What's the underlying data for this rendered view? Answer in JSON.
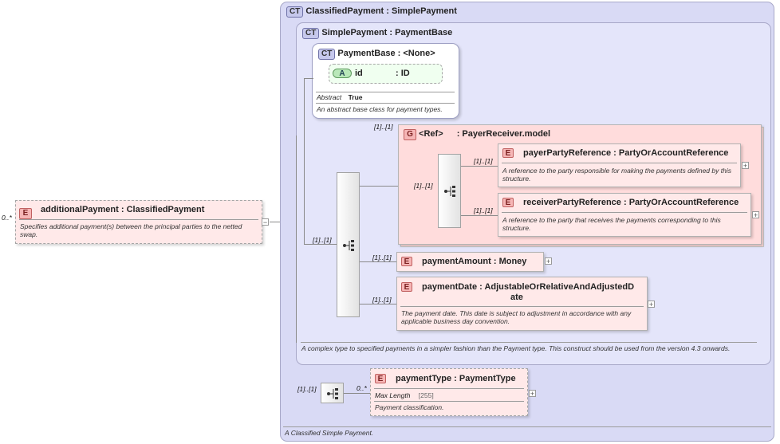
{
  "colors": {
    "complex_type_bg": "#d9daf5",
    "element_bg": "#ffe9e9",
    "group_bg": "#ffdcdc",
    "attribute_bg": "#f0fff0"
  },
  "icons": {
    "complex_type": "ct-badge",
    "element": "element-badge",
    "attribute": "attribute-badge",
    "group": "group-badge",
    "sequence": "sequence-icon",
    "expand": "plus-icon",
    "collapse": "minus-icon"
  },
  "additionalPayment": {
    "badge": "E",
    "name": "additionalPayment",
    "type": ": ClassifiedPayment",
    "cardinality": "0..*",
    "doc": "Specifies additional payment(s) between the principal parties to the netted swap."
  },
  "classifiedPayment": {
    "badge": "CT",
    "name": "ClassifiedPayment",
    "base": ": SimplePayment",
    "doc": "A Classified Simple Payment."
  },
  "simplePayment": {
    "badge": "CT",
    "name": "SimplePayment",
    "base": ": PaymentBase",
    "doc": "A complex type to specified payments in a simpler fashion than the Payment type. This construct should be used from the version 4.3 onwards."
  },
  "paymentBase": {
    "badge": "CT",
    "name": "PaymentBase",
    "base": ": <None>",
    "attribute": {
      "badge": "A",
      "name": "id",
      "type": ": ID"
    },
    "abstract_label": "Abstract",
    "abstract_value": "True",
    "doc": "An abstract base class for payment types."
  },
  "payerReceiver": {
    "badge": "G",
    "ref": "<Ref>",
    "name": ": PayerReceiver.model",
    "cardinality": "[1]..[1]"
  },
  "payerPartyReference": {
    "badge": "E",
    "name": "payerPartyReference",
    "type": ": PartyOrAccountReference",
    "cardinality": "[1]..[1]",
    "doc": "A reference to the party responsible for making the payments defined by this structure."
  },
  "receiverPartyReference": {
    "badge": "E",
    "name": "receiverPartyReference",
    "type": ": PartyOrAccountReference",
    "cardinality": "[1]..[1]",
    "doc": "A reference to the party that receives the payments corresponding to this structure."
  },
  "paymentAmount": {
    "badge": "E",
    "name": "paymentAmount",
    "type": ": Money",
    "cardinality": "[1]..[1]"
  },
  "paymentDate": {
    "badge": "E",
    "name": "paymentDate",
    "type_line1": ": AdjustableOrRelativeAndAdjustedD",
    "type_line2": "ate",
    "cardinality": "[1]..[1]",
    "doc": "The payment date. This date is subject to adjustment in accordance with any applicable business day convention."
  },
  "paymentType": {
    "badge": "E",
    "name": "paymentType",
    "type": ": PaymentType",
    "cardinality": "0..*",
    "facet_label": "Max Length",
    "facet_value": "[255]",
    "doc": "Payment classification."
  },
  "sequence_cardinalities": {
    "inner": "[1]..[1]",
    "payerReceiverSeq": "[1]..[1]",
    "classifiedSeq": "[1]..[1]"
  }
}
